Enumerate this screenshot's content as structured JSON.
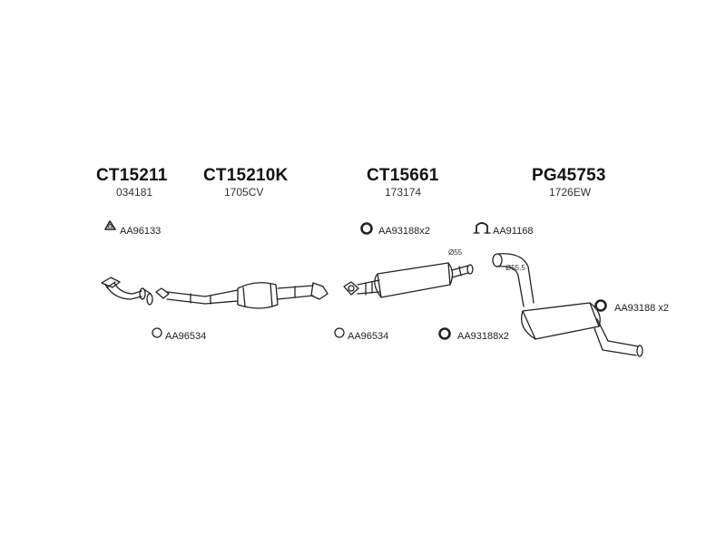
{
  "parts": [
    {
      "code": "CT15211",
      "ref": "034181"
    },
    {
      "code": "CT15210K",
      "ref": "1705CV"
    },
    {
      "code": "CT15661",
      "ref": "173174"
    },
    {
      "code": "PG45753",
      "ref": "1726EW"
    }
  ],
  "accessories": [
    {
      "label": "AA96133",
      "icon": "gasket-icon"
    },
    {
      "label": "AA93188x2",
      "icon": "ring-icon"
    },
    {
      "label": "AA91168",
      "icon": "clamp-icon"
    },
    {
      "label": "AA93188 x2",
      "icon": "ring-icon"
    },
    {
      "label": "AA96534",
      "icon": "ring-icon"
    },
    {
      "label": "AA96534",
      "icon": "ring-icon"
    },
    {
      "label": "AA93188x2",
      "icon": "ring-icon"
    }
  ],
  "dimensions": {
    "d1": "Ø55",
    "d2": "Ø55.5"
  }
}
